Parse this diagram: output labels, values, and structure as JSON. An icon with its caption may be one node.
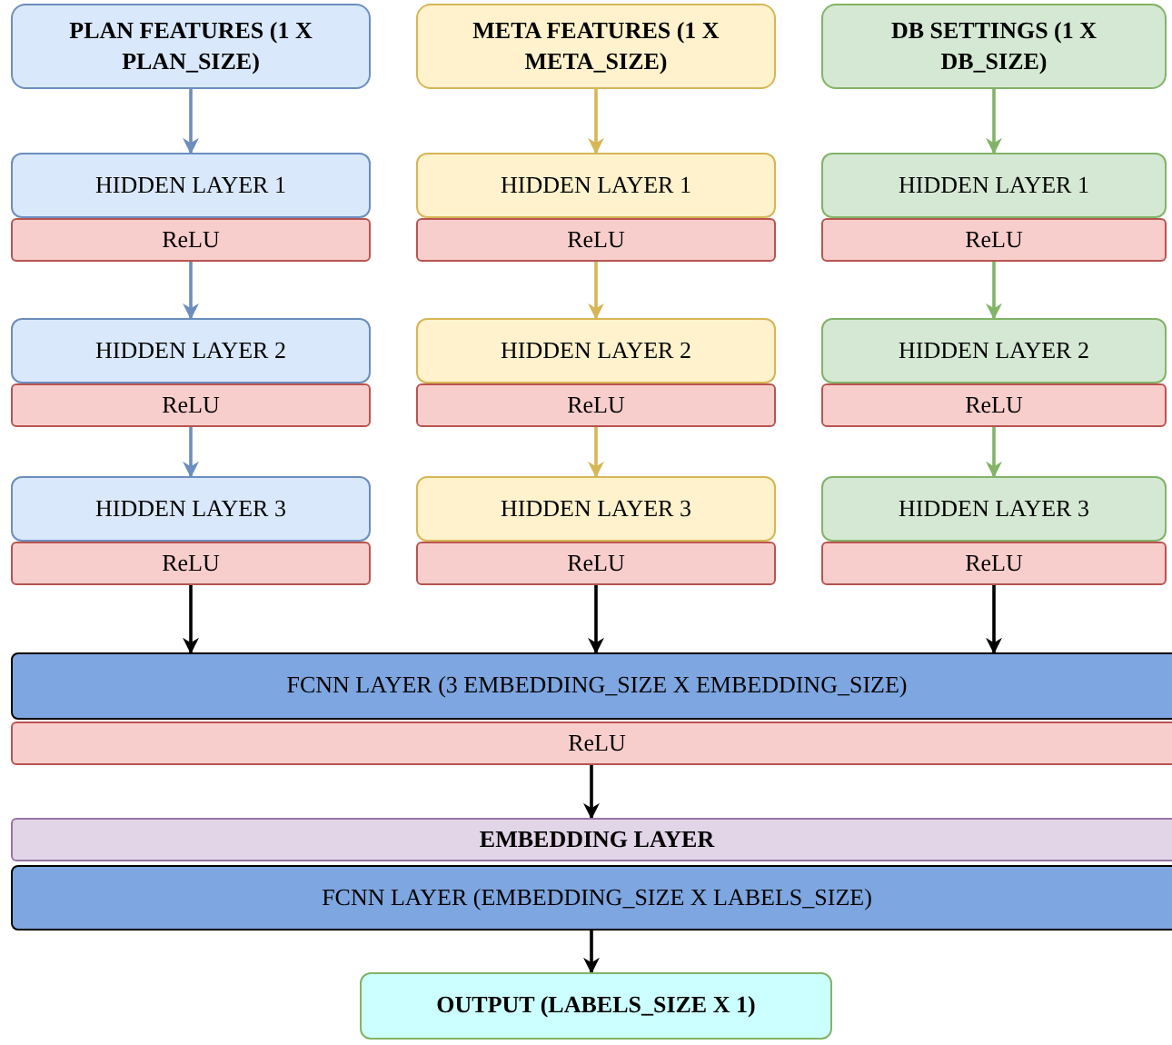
{
  "diagram": {
    "nodes": [
      {
        "text": [
          "PLAN FEATURES (1 X PLAN_SIZE)"
        ]
      },
      {
        "text": [
          "META FEATURES (1 X META_SIZE)"
        ]
      },
      {
        "text": [
          "DB SETTINGS (1 X DB_SIZE)"
        ]
      },
      {
        "text": [
          "HIDDEN LAYER 1"
        ]
      },
      {
        "text": [
          "HIDDEN LAYER 1"
        ]
      },
      {
        "text": [
          "HIDDEN LAYER 1"
        ]
      },
      {
        "text": [
          "ReLU"
        ]
      },
      {
        "text": [
          "ReLU"
        ]
      },
      {
        "text": [
          "ReLU"
        ]
      },
      {
        "text": [
          "HIDDEN LAYER 2"
        ]
      },
      {
        "text": [
          "HIDDEN LAYER 2"
        ]
      },
      {
        "text": [
          "HIDDEN LAYER 2"
        ]
      },
      {
        "text": [
          "ReLU"
        ]
      },
      {
        "text": [
          "ReLU"
        ]
      },
      {
        "text": [
          "ReLU"
        ]
      },
      {
        "text": [
          "HIDDEN LAYER 3"
        ]
      },
      {
        "text": [
          "HIDDEN LAYER 3"
        ]
      },
      {
        "text": [
          "HIDDEN LAYER 3"
        ]
      },
      {
        "text": [
          "ReLU"
        ]
      },
      {
        "text": [
          "ReLU"
        ]
      },
      {
        "text": [
          "ReLU"
        ]
      },
      {
        "text": [
          "FCNN LAYER (3 EMBEDDING_SIZE X  EMBEDDING_SIZE)"
        ]
      },
      {
        "text": [
          "ReLU"
        ]
      },
      {
        "text": [
          "EMBEDDING LAYER"
        ]
      },
      {
        "text": [
          "FCNN LAYER (EMBEDDING_SIZE X  LABELS_SIZE)"
        ]
      },
      {
        "text": [
          "OUTPUT (LABELS_SIZE X 1)"
        ]
      }
    ],
    "edges": [
      {
        "from": 0,
        "to": 3,
        "arrow": "to",
        "color": "#6c8ebf"
      },
      {
        "from": 1,
        "to": 4,
        "arrow": "to",
        "color": "#d6b656"
      },
      {
        "from": 2,
        "to": 5,
        "arrow": "to",
        "color": "#82b366"
      },
      {
        "from": 6,
        "to": 9,
        "arrow": "to",
        "color": "#6c8ebf"
      },
      {
        "from": 7,
        "to": 10,
        "arrow": "to",
        "color": "#d6b656"
      },
      {
        "from": 8,
        "to": 11,
        "arrow": "to",
        "color": "#82b366"
      },
      {
        "from": 12,
        "to": 15,
        "arrow": "to",
        "color": "#6c8ebf"
      },
      {
        "from": 13,
        "to": 16,
        "arrow": "to",
        "color": "#d6b656"
      },
      {
        "from": 14,
        "to": 17,
        "arrow": "to",
        "color": "#82b366"
      },
      {
        "from": 18,
        "to": 21,
        "arrow": "to"
      },
      {
        "from": 19,
        "to": 21,
        "arrow": "to"
      },
      {
        "from": 20,
        "to": 21,
        "arrow": "to"
      },
      {
        "from": 22,
        "to": 23,
        "arrow": "to"
      },
      {
        "from": 24,
        "to": 25,
        "arrow": "to"
      }
    ]
  }
}
